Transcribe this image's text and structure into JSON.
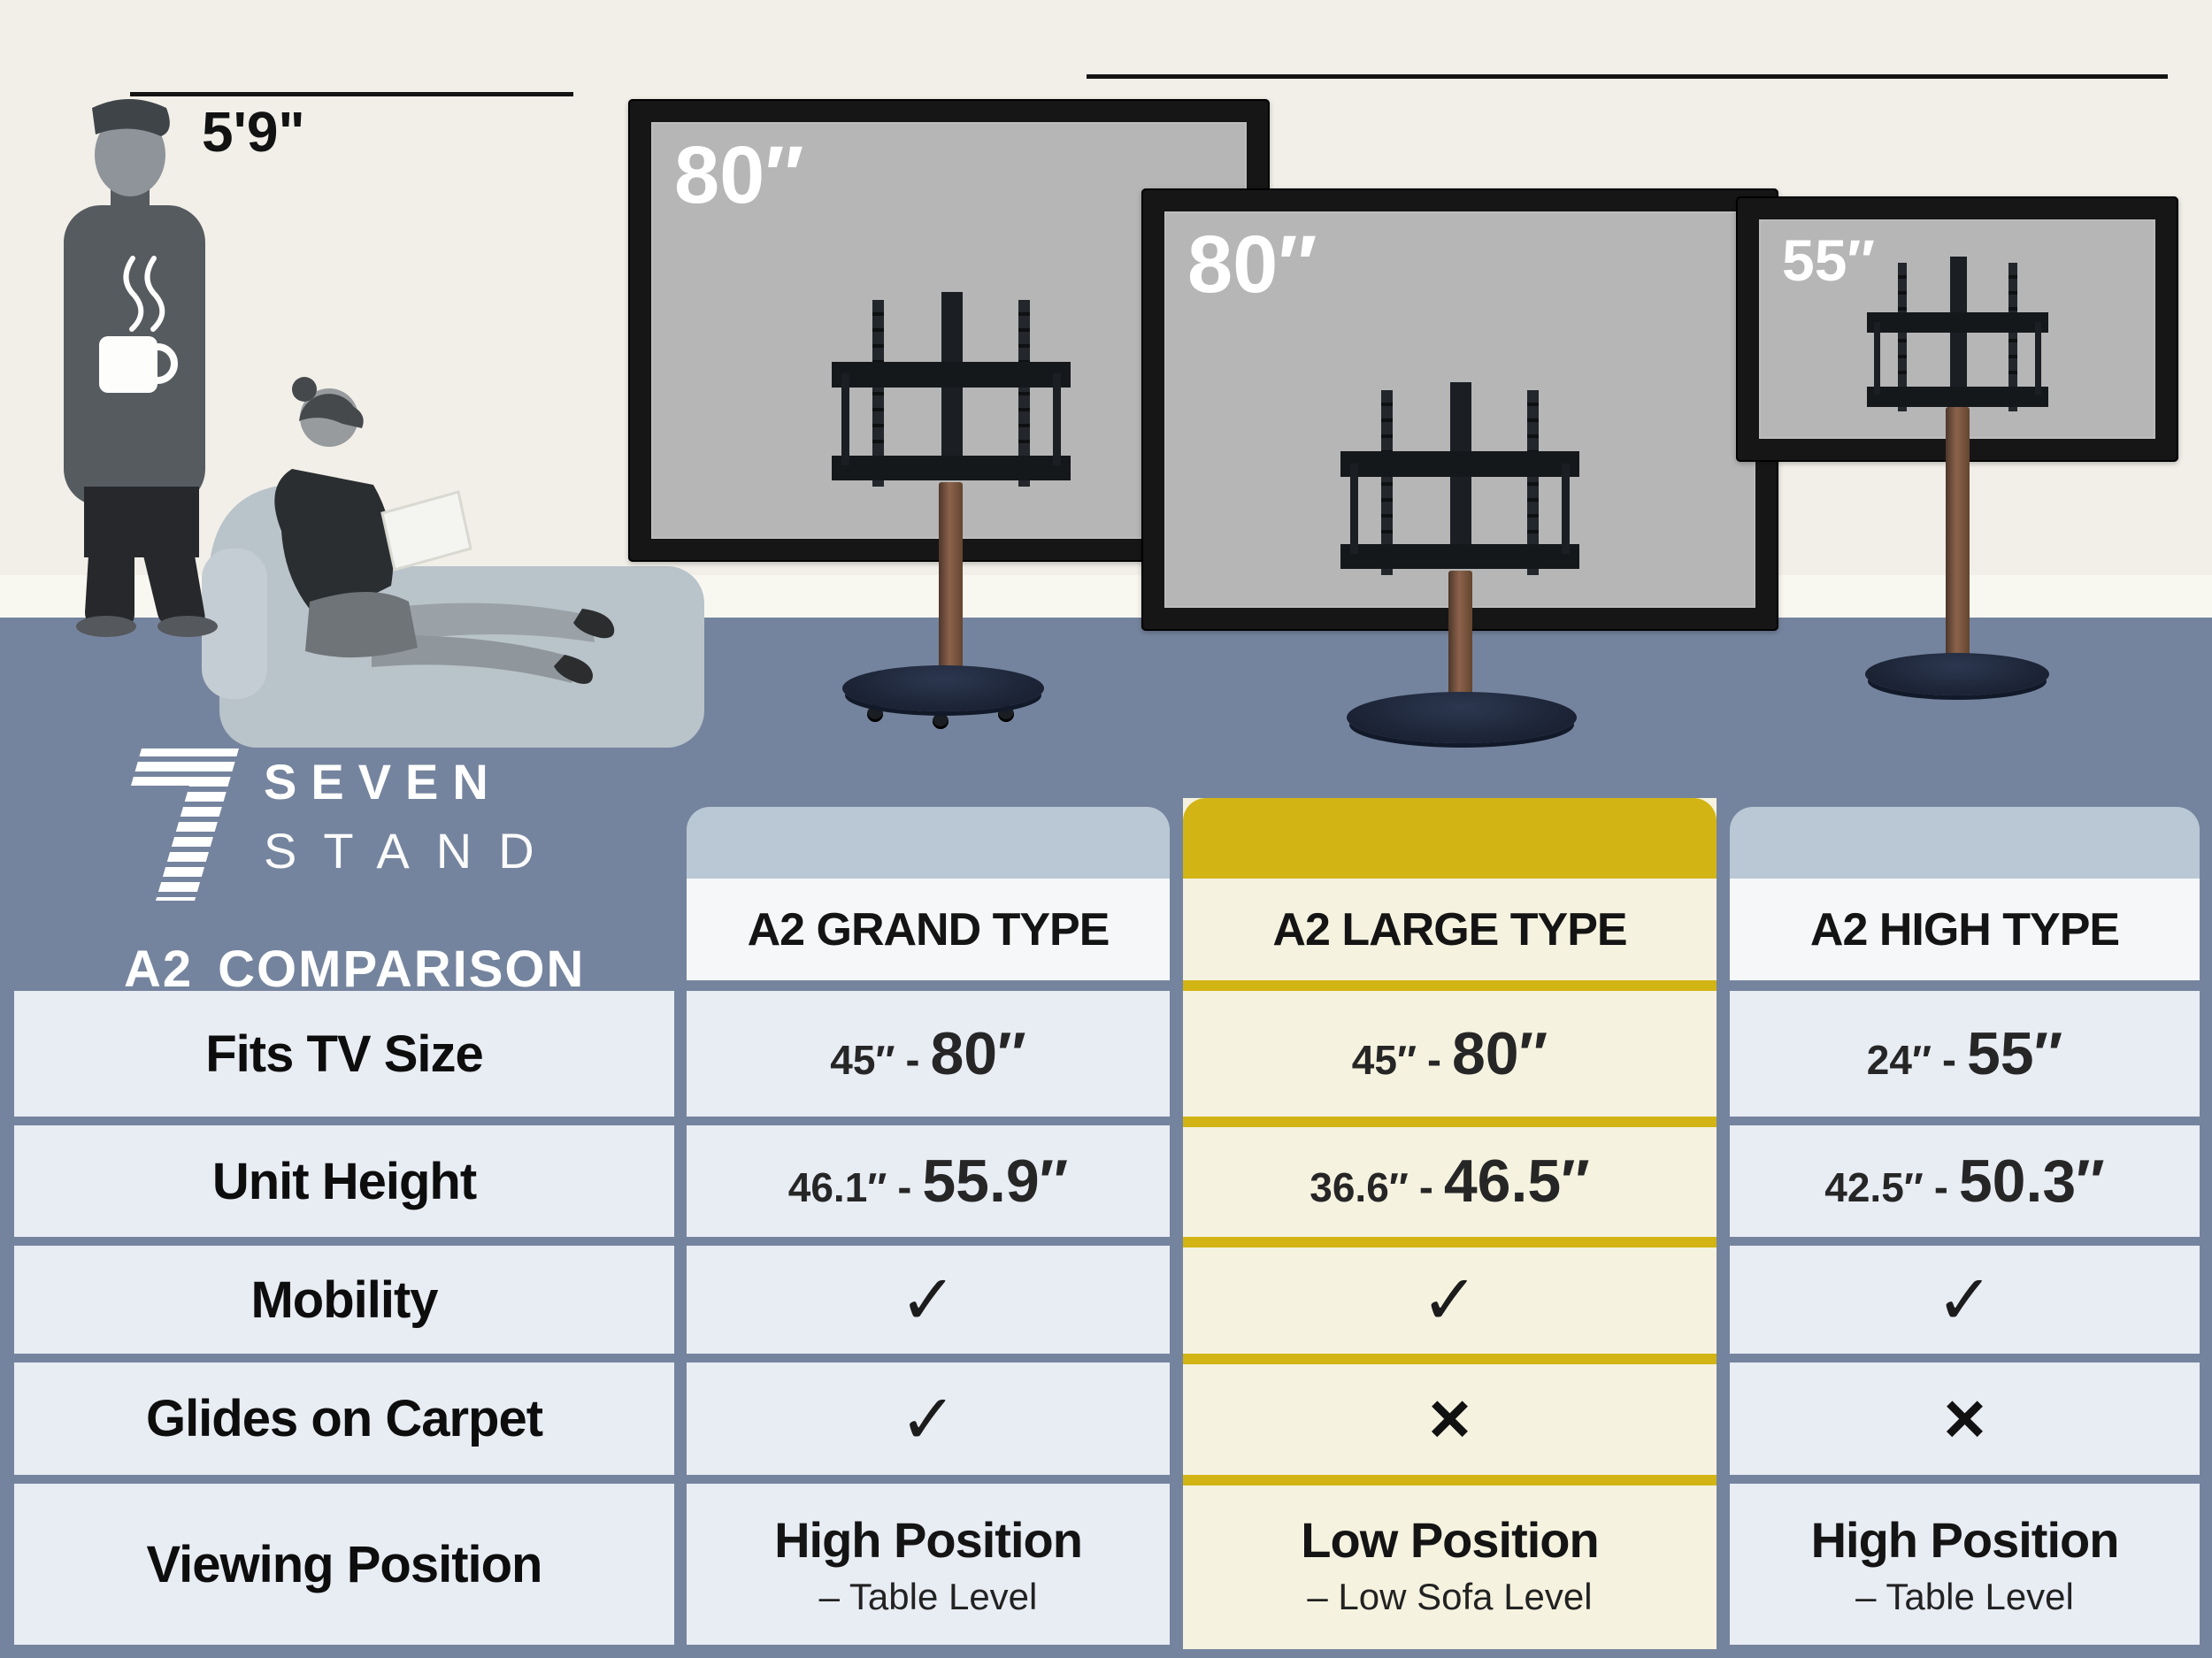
{
  "scene": {
    "height_label": "5'9\"",
    "tvs": [
      {
        "size_label": "80″"
      },
      {
        "size_label": "80″"
      },
      {
        "size_label": "55″"
      }
    ]
  },
  "logo": {
    "word1": "SEVEN",
    "word2": "STAND",
    "subtitle_model": "A2",
    "subtitle_text": "COMPARISON"
  },
  "table": {
    "row_labels": [
      "Fits TV Size",
      "Unit Height",
      "Mobility",
      "Glides on Carpet",
      "Viewing Position"
    ],
    "columns": [
      {
        "header": "A2 GRAND TYPE",
        "fits": {
          "min": "45″",
          "sep": "-",
          "max": "80″"
        },
        "unit": {
          "min": "46.1″",
          "sep": "-",
          "max": "55.9″"
        },
        "mobility": "✓",
        "glides": "✓",
        "viewing": {
          "main": "High Position",
          "sub": "– Table Level"
        }
      },
      {
        "header": "A2 LARGE TYPE",
        "fits": {
          "min": "45″",
          "sep": "-",
          "max": "80″"
        },
        "unit": {
          "min": "36.6″",
          "sep": "-",
          "max": "46.5″"
        },
        "mobility": "✓",
        "glides": "×",
        "viewing": {
          "main": "Low Position",
          "sub": "– Low Sofa Level"
        }
      },
      {
        "header": "A2 HIGH TYPE",
        "fits": {
          "min": "24″",
          "sep": "-",
          "max": "55″"
        },
        "unit": {
          "min": "42.5″",
          "sep": "-",
          "max": "50.3″"
        },
        "mobility": "✓",
        "glides": "×",
        "viewing": {
          "main": "High Position",
          "sub": "– Table Level"
        }
      }
    ]
  },
  "colors": {
    "accent_gold": "#d2b414",
    "floor": "#75849e",
    "wall": "#f1efe8",
    "cell": "#e8ecf3",
    "featured_cream": "#f5f2df",
    "header_strip": "#bac8d5"
  }
}
